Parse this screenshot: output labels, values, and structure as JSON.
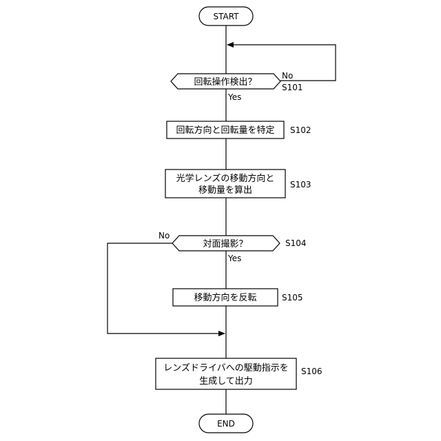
{
  "flowchart": {
    "start": "START",
    "end": "END",
    "s101": {
      "label": "回転操作検出？",
      "step": "S101",
      "no": "No",
      "yes": "Yes"
    },
    "s102": {
      "label": "回転方向と回転量を特定",
      "step": "S102"
    },
    "s103": {
      "line1": "光学レンズの移動方向と",
      "line2": "移動量を算出",
      "step": "S103"
    },
    "s104": {
      "label": "対面撮影？",
      "step": "S104",
      "no": "No",
      "yes": "Yes"
    },
    "s105": {
      "label": "移動方向を反転",
      "step": "S105"
    },
    "s106": {
      "line1": "レンズドライバへの駆動指示を",
      "line2": "生成して出力",
      "step": "S106"
    }
  }
}
